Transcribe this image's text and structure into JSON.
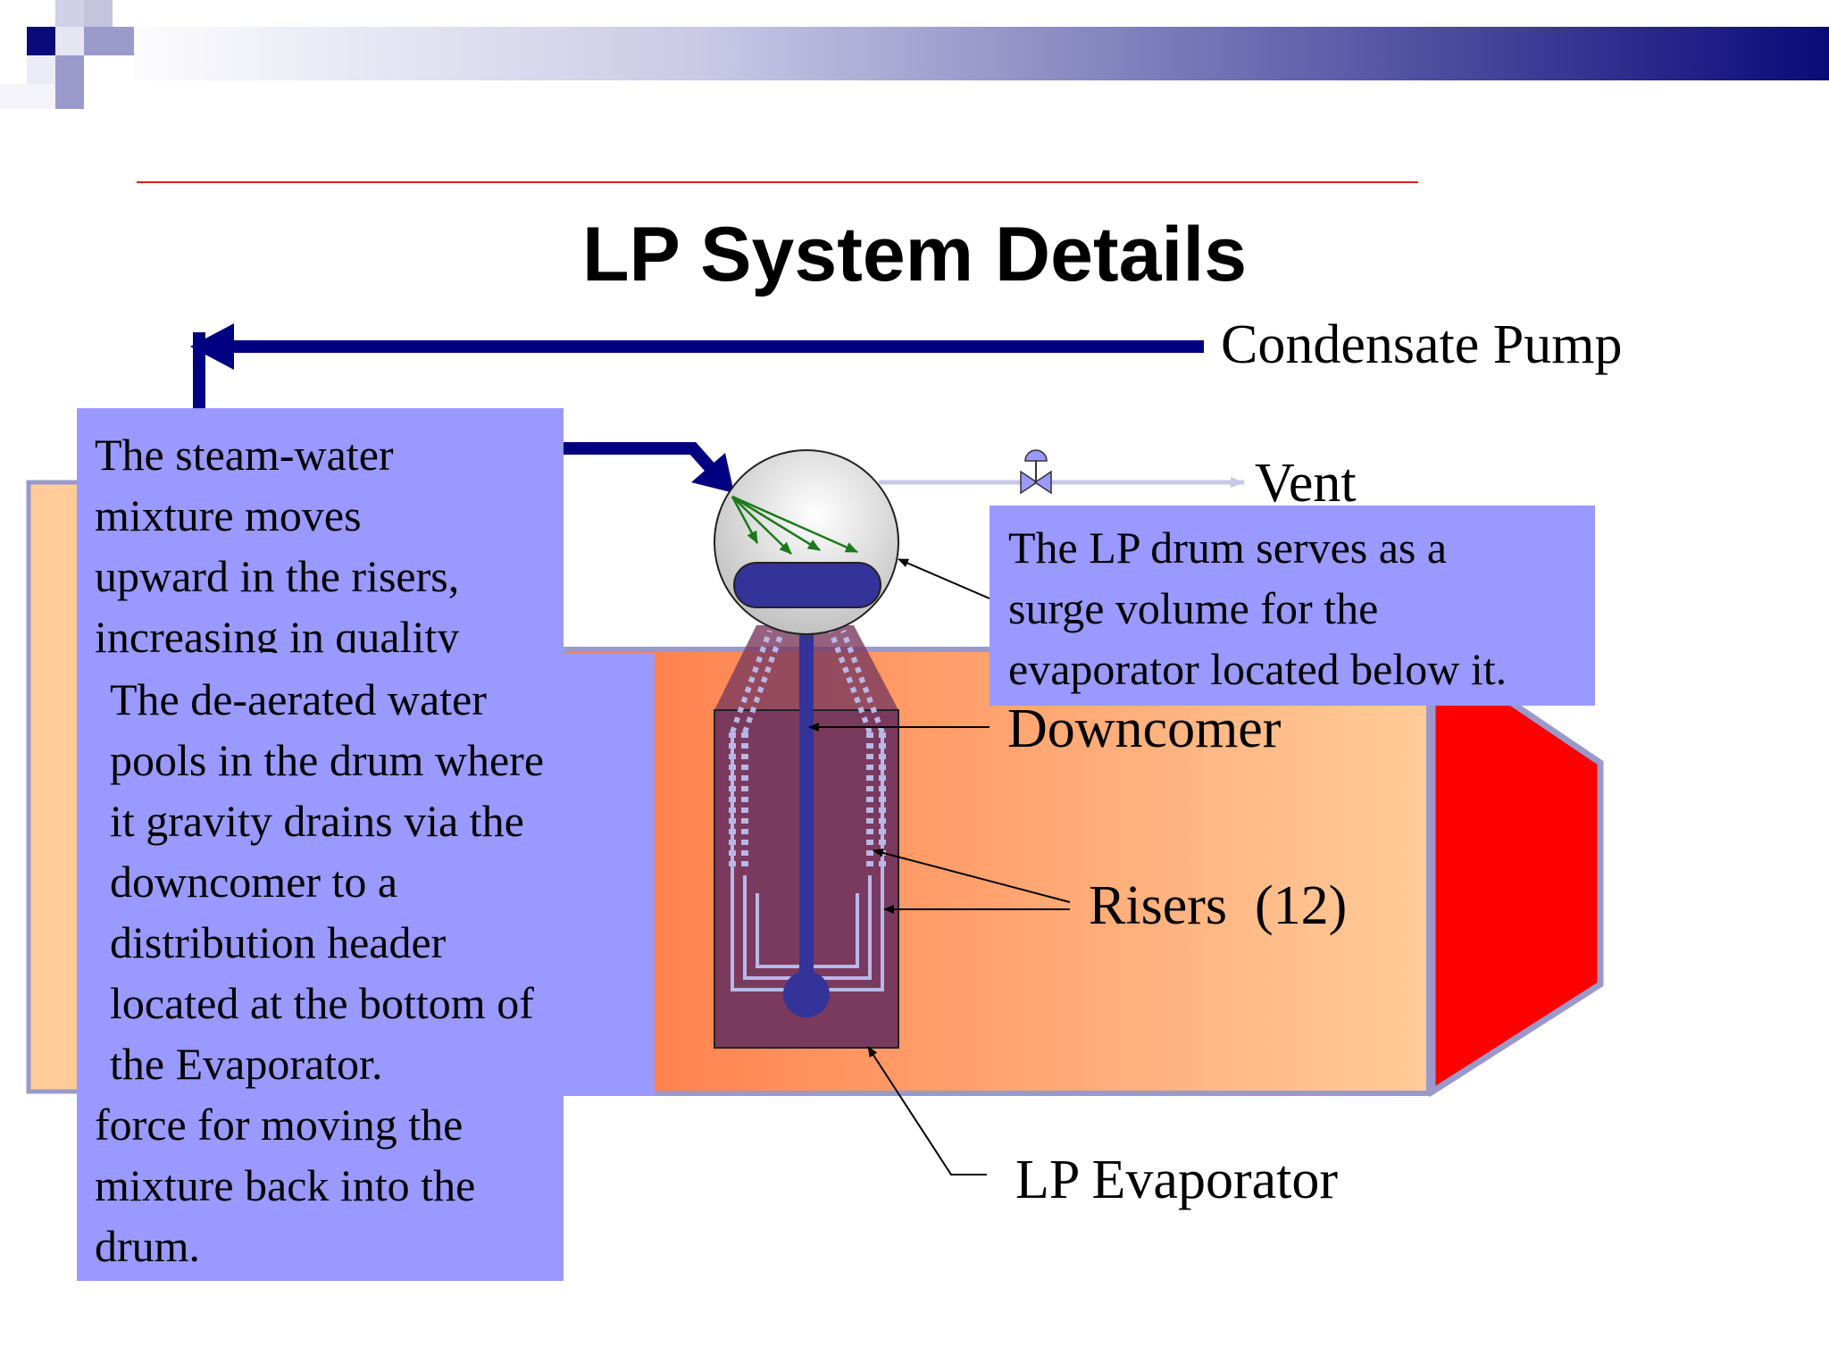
{
  "slide": {
    "title": "LP System Details"
  },
  "labels": {
    "condensate_pump": "Condensate Pump",
    "vent": "Vent",
    "downcomer": "Downcomer",
    "risers": "Risers  (12)",
    "lp_evaporator": "LP Evaporator"
  },
  "callouts": {
    "risers_text": {
      "lines": [
        "The steam-water",
        "mixture moves",
        "upward in the risers,",
        "increasing in quality",
        "force for moving the",
        "mixture back into the",
        "drum."
      ]
    },
    "downcomer_text": {
      "lines": [
        "The de-aerated water",
        "pools in the drum where",
        "it gravity drains via the",
        "downcomer to a",
        "distribution header",
        "located at the bottom of",
        "the Evaporator."
      ]
    },
    "drum_text": {
      "lines": [
        "The LP drum serves as a",
        "surge volume for the",
        "evaporator located below it."
      ]
    }
  },
  "colors": {
    "header_navy": "#0a0a7a",
    "accent_line": "#e02020",
    "callout_fill": "#9999ff",
    "pipe_navy": "#000080",
    "drum_water": "#333399",
    "evaporator_fill": "#7a3a5e",
    "hot_red": "#ff0000",
    "gas_orange": "#ff7a45",
    "gas_peach": "#ffcc99",
    "steam_arrows": "#1a7a1a"
  }
}
